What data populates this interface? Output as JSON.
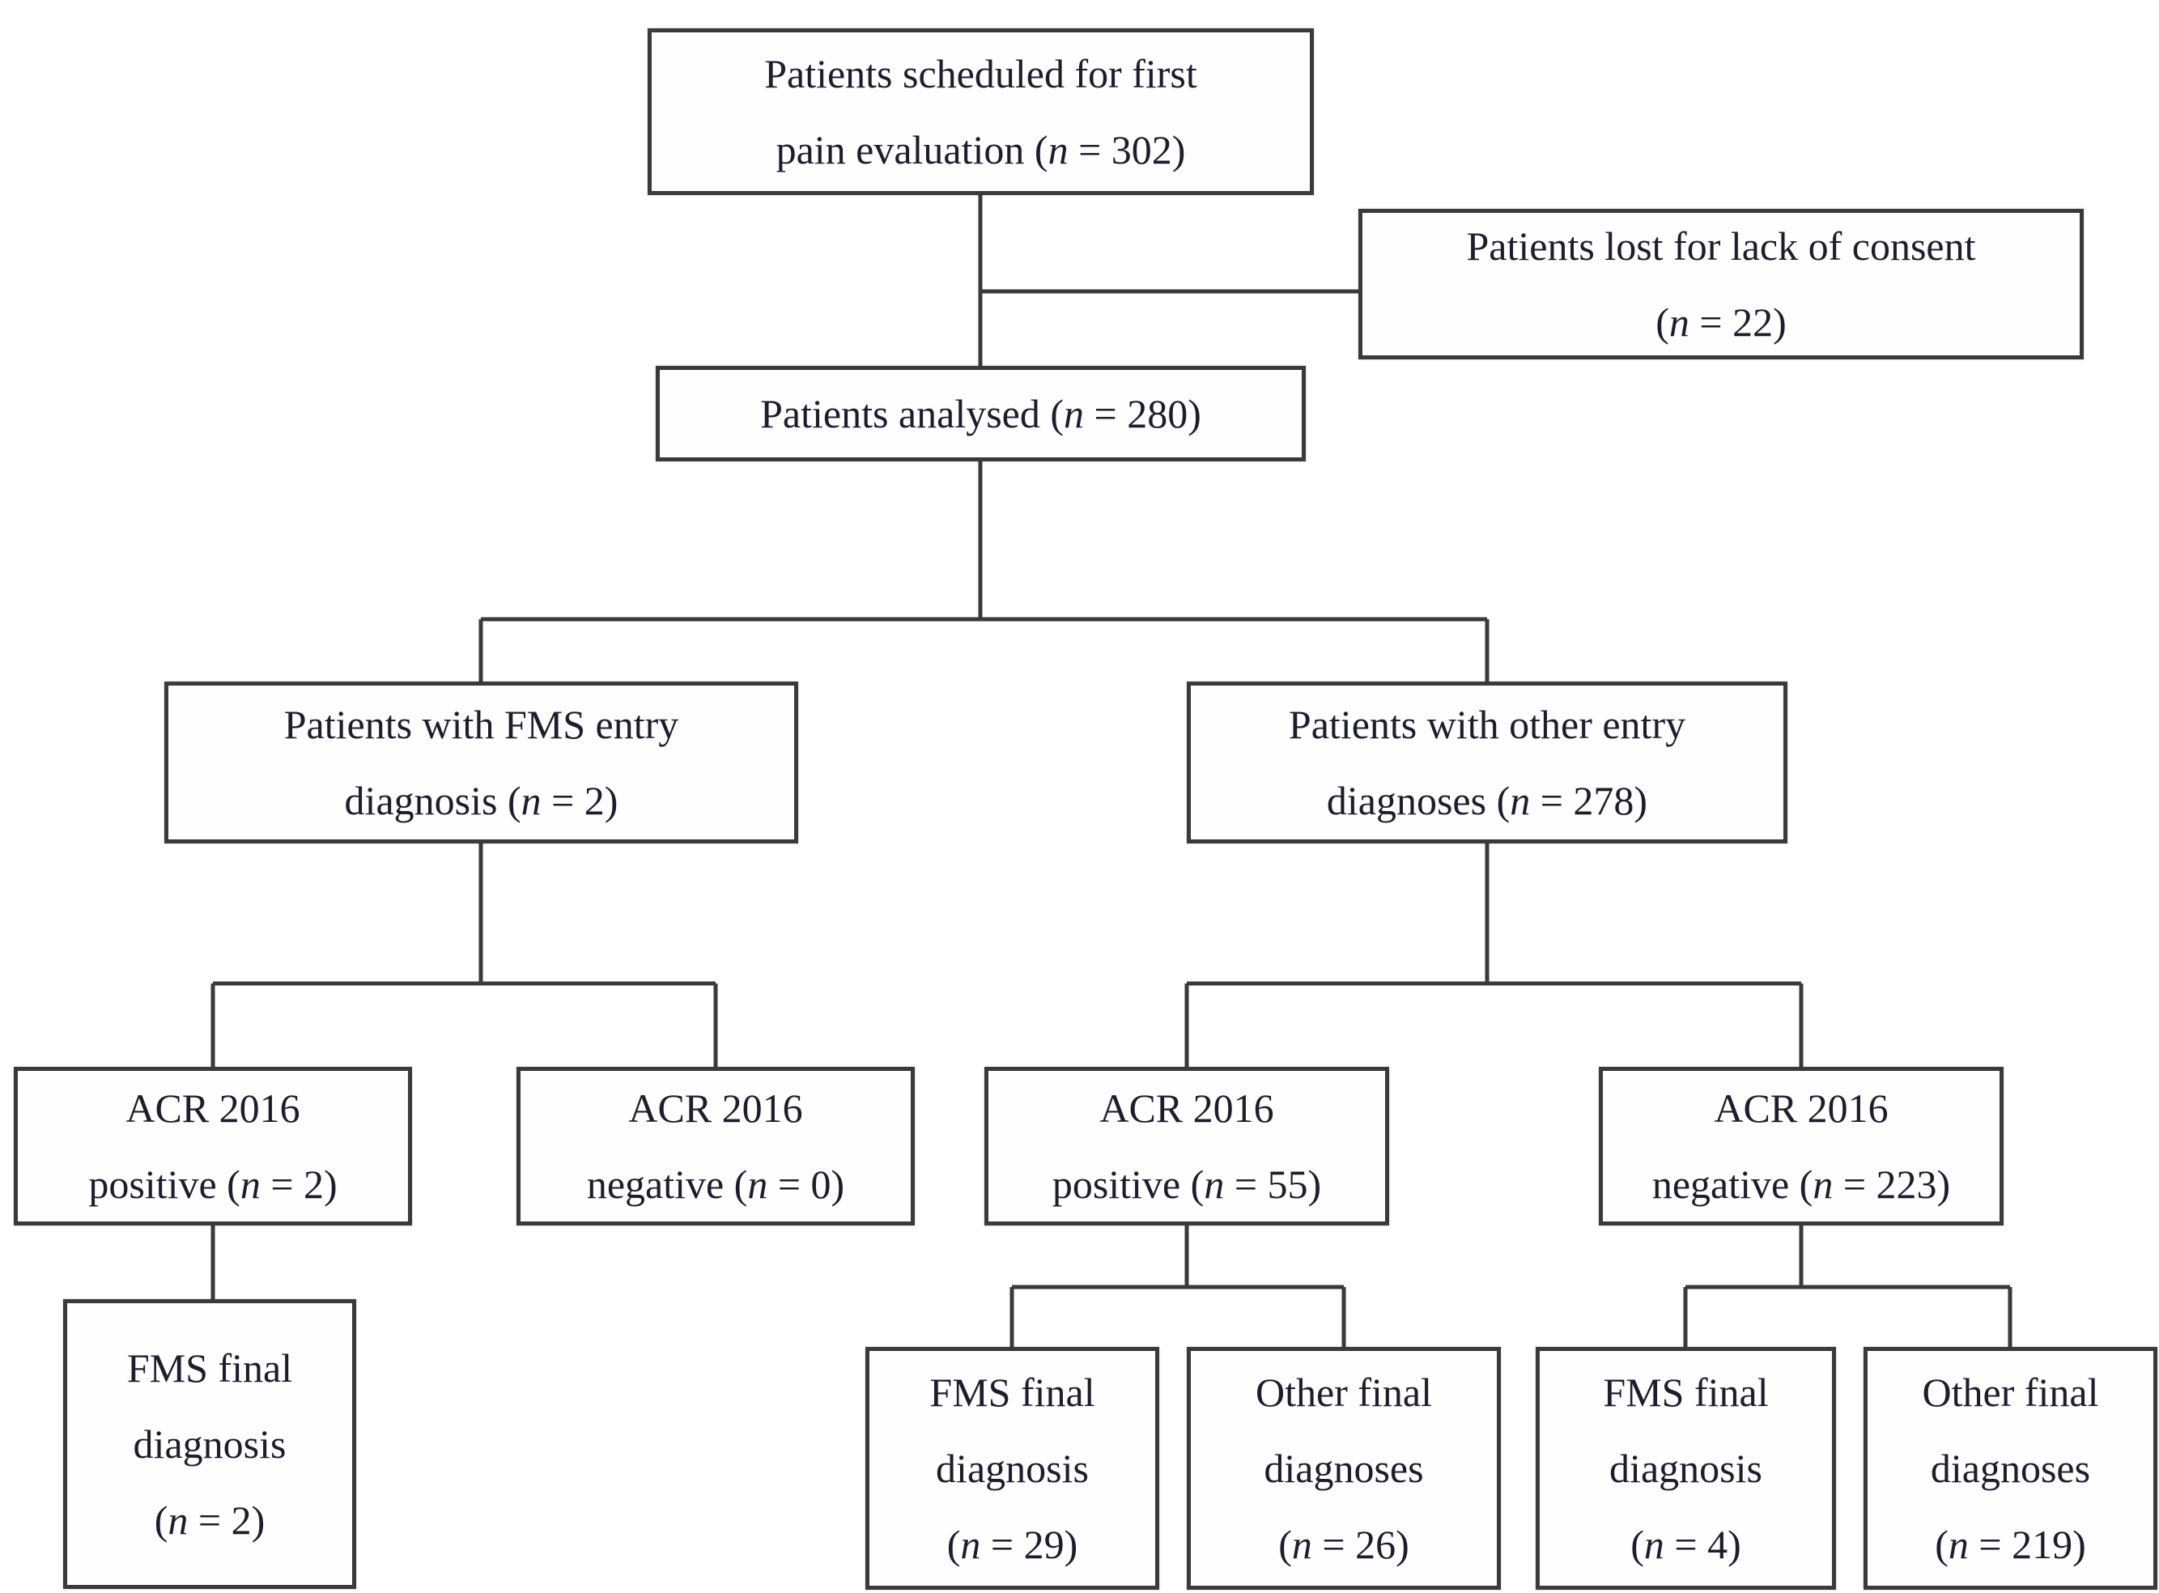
{
  "figure": {
    "type": "flowchart",
    "description": "Patient flow diagram of pain evaluation study",
    "colors": {
      "box_border": "#3a3a3a",
      "text": "#1d1d2b",
      "connector": "#3a3a3a",
      "background": "#ffffff"
    },
    "symbols": {
      "n": "n"
    },
    "nodes": [
      {
        "id": "scheduled",
        "label": "Patients scheduled for first pain evaluation",
        "n": 302,
        "lines": [
          "Patients scheduled for first",
          "pain evaluation (*n* = 302)"
        ]
      },
      {
        "id": "lost-consent",
        "label": "Patients lost for lack of consent",
        "n": 22,
        "lines": [
          "Patients lost for lack of consent",
          "(*n* = 22)"
        ]
      },
      {
        "id": "analysed",
        "label": "Patients analysed",
        "n": 280,
        "lines": [
          "Patients analysed (*n* = 280)"
        ]
      },
      {
        "id": "fms-entry",
        "label": "Patients with FMS entry diagnosis",
        "n": 2,
        "lines": [
          "Patients with FMS entry",
          "diagnosis (*n* = 2)"
        ]
      },
      {
        "id": "other-entry",
        "label": "Patients with other entry diagnoses",
        "n": 278,
        "lines": [
          "Patients with other entry",
          "diagnoses (*n* = 278)"
        ]
      },
      {
        "id": "acr-positive-fms",
        "label": "ACR 2016 positive",
        "n": 2,
        "lines": [
          "ACR 2016",
          "positive (*n* = 2)"
        ]
      },
      {
        "id": "acr-negative-fms",
        "label": "ACR 2016 negative",
        "n": 0,
        "lines": [
          "ACR 2016",
          "negative (*n* = 0)"
        ]
      },
      {
        "id": "acr-positive-other",
        "label": "ACR 2016 positive",
        "n": 55,
        "lines": [
          "ACR 2016",
          "positive (*n* = 55)"
        ]
      },
      {
        "id": "acr-negative-other",
        "label": "ACR 2016 negative",
        "n": 223,
        "lines": [
          "ACR 2016",
          "negative (*n* = 223)"
        ]
      },
      {
        "id": "fms-final-a",
        "label": "FMS final diagnosis",
        "n": 2,
        "lines": [
          "FMS final",
          "diagnosis",
          "(*n* = 2)"
        ]
      },
      {
        "id": "fms-final-b",
        "label": "FMS final diagnosis",
        "n": 29,
        "lines": [
          "FMS final",
          "diagnosis",
          "(*n* = 29)"
        ]
      },
      {
        "id": "other-final-a",
        "label": "Other final diagnoses",
        "n": 26,
        "lines": [
          "Other final",
          "diagnoses",
          "(*n* = 26)"
        ]
      },
      {
        "id": "fms-final-c",
        "label": "FMS final diagnosis",
        "n": 4,
        "lines": [
          "FMS final",
          "diagnosis",
          "(*n* = 4)"
        ]
      },
      {
        "id": "other-final-b",
        "label": "Other final diagnoses",
        "n": 219,
        "lines": [
          "Other final",
          "diagnoses",
          "(*n* = 219)"
        ]
      }
    ],
    "edges": [
      [
        "scheduled",
        "lost-consent"
      ],
      [
        "scheduled",
        "analysed"
      ],
      [
        "analysed",
        "fms-entry"
      ],
      [
        "analysed",
        "other-entry"
      ],
      [
        "fms-entry",
        "acr-positive-fms"
      ],
      [
        "fms-entry",
        "acr-negative-fms"
      ],
      [
        "other-entry",
        "acr-positive-other"
      ],
      [
        "other-entry",
        "acr-negative-other"
      ],
      [
        "acr-positive-fms",
        "fms-final-a"
      ],
      [
        "acr-positive-other",
        "fms-final-b"
      ],
      [
        "acr-positive-other",
        "other-final-a"
      ],
      [
        "acr-negative-other",
        "fms-final-c"
      ],
      [
        "acr-negative-other",
        "other-final-b"
      ]
    ]
  }
}
